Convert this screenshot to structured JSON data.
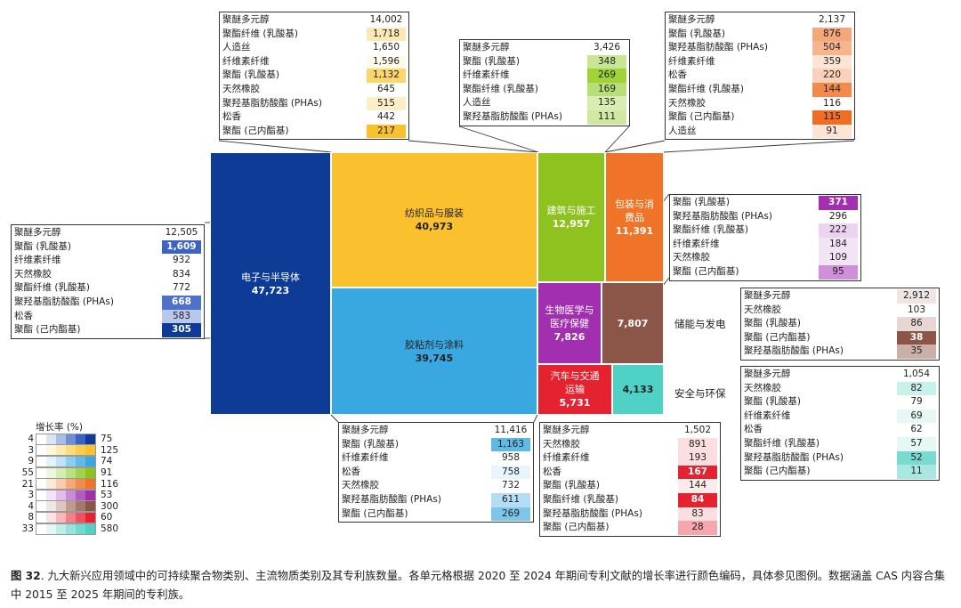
{
  "chart_data": {
    "type": "treemap",
    "title": "",
    "sectors": [
      {
        "name": "电子与半导体",
        "value": "47,723",
        "color": "#0d3b96",
        "text_color": "#ffffff",
        "growth": 75
      },
      {
        "name": "纺织品与服装",
        "value": "40,973",
        "color": "#fbc02d",
        "text_color": "#222222",
        "growth": 125
      },
      {
        "name": "胶粘剂与涂料",
        "value": "39,745",
        "color": "#3aa8e0",
        "text_color": "#222222",
        "growth": 74
      },
      {
        "name": "建筑与施工",
        "value": "12,957",
        "color": "#8dc21f",
        "text_color": "#ffffff",
        "growth": 91
      },
      {
        "name": "包装与消费品",
        "value": "11,391",
        "color": "#f07428",
        "text_color": "#ffffff",
        "growth": 116
      },
      {
        "name": "生物医学与医疗保健",
        "value": "7,826",
        "color": "#a12fb0",
        "text_color": "#ffffff",
        "growth": 53
      },
      {
        "name": "储能与发电",
        "value": "7,807",
        "color": "#8b5647",
        "text_color": "#ffffff",
        "growth": 300
      },
      {
        "name": "汽车与交通运输",
        "value": "5,731",
        "color": "#e52330",
        "text_color": "#ffffff",
        "growth": 60
      },
      {
        "name": "安全与环保",
        "value": "4,133",
        "color": "#4fd1c5",
        "text_color": "#222222",
        "growth": 580
      }
    ],
    "tables": [
      {
        "sector": "纺织品与服装",
        "rows": [
          {
            "name": "聚醚多元醇",
            "value": "14,002",
            "bg": "#ffffff",
            "fg": "#222"
          },
          {
            "name": "聚酯纤维 (乳酸基)",
            "value": "1,718",
            "bg": "#fde9b6",
            "fg": "#222"
          },
          {
            "name": "人造丝",
            "value": "1,650",
            "bg": "#ffffff",
            "fg": "#222"
          },
          {
            "name": "纤维素纤维",
            "value": "1,596",
            "bg": "#fffaea",
            "fg": "#222"
          },
          {
            "name": "聚酯 (乳酸基)",
            "value": "1,132",
            "bg": "#fcd66b",
            "fg": "#222"
          },
          {
            "name": "天然橡胶",
            "value": "645",
            "bg": "#ffffff",
            "fg": "#222"
          },
          {
            "name": "聚羟基脂肪酸酯 (PHAs)",
            "value": "515",
            "bg": "#fdeec8",
            "fg": "#222"
          },
          {
            "name": "松香",
            "value": "442",
            "bg": "#ffffff",
            "fg": "#222"
          },
          {
            "name": "聚酯 (己内酯基)",
            "value": "217",
            "bg": "#f9c12b",
            "fg": "#222"
          }
        ]
      },
      {
        "sector": "建筑与施工",
        "rows": [
          {
            "name": "聚醚多元醇",
            "value": "3,426",
            "bg": "#ffffff",
            "fg": "#222"
          },
          {
            "name": "聚酯 (乳酸基)",
            "value": "348",
            "bg": "#c9e696",
            "fg": "#222"
          },
          {
            "name": "纤维素纤维",
            "value": "269",
            "bg": "#9fd336",
            "fg": "#222"
          },
          {
            "name": "聚酯纤维 (乳酸基)",
            "value": "169",
            "bg": "#b8de78",
            "fg": "#222"
          },
          {
            "name": "人造丝",
            "value": "135",
            "bg": "#d8edb3",
            "fg": "#222"
          },
          {
            "name": "聚羟基脂肪酸酯 (PHAs)",
            "value": "111",
            "bg": "#cfe9a3",
            "fg": "#222"
          }
        ]
      },
      {
        "sector": "包装与消费品",
        "rows": [
          {
            "name": "聚醚多元醇",
            "value": "2,137",
            "bg": "#ffffff",
            "fg": "#222"
          },
          {
            "name": "聚酯 (乳酸基)",
            "value": "876",
            "bg": "#f6a77a",
            "fg": "#222"
          },
          {
            "name": "聚羟基脂肪酸酯 (PHAs)",
            "value": "504",
            "bg": "#f7b58e",
            "fg": "#222"
          },
          {
            "name": "纤维素纤维",
            "value": "359",
            "bg": "#fde4d4",
            "fg": "#222"
          },
          {
            "name": "松香",
            "value": "220",
            "bg": "#fbd2b9",
            "fg": "#222"
          },
          {
            "name": "聚酯纤维 (乳酸基)",
            "value": "144",
            "bg": "#f5894a",
            "fg": "#222"
          },
          {
            "name": "天然橡胶",
            "value": "116",
            "bg": "#ffffff",
            "fg": "#222"
          },
          {
            "name": "聚酯 (己内酯基)",
            "value": "115",
            "bg": "#f06e23",
            "fg": "#222"
          },
          {
            "name": "人造丝",
            "value": "91",
            "bg": "#fde4d4",
            "fg": "#222"
          }
        ]
      },
      {
        "sector": "电子与半导体",
        "rows": [
          {
            "name": "聚醚多元醇",
            "value": "12,505",
            "bg": "#ffffff",
            "fg": "#222"
          },
          {
            "name": "聚酯 (乳酸基)",
            "value": "1,609",
            "bg": "#3c63c4",
            "fg": "#ffffff"
          },
          {
            "name": "纤维素纤维",
            "value": "932",
            "bg": "#ffffff",
            "fg": "#222"
          },
          {
            "name": "天然橡胶",
            "value": "834",
            "bg": "#ffffff",
            "fg": "#222"
          },
          {
            "name": "聚酯纤维 (乳酸基)",
            "value": "772",
            "bg": "#ffffff",
            "fg": "#222"
          },
          {
            "name": "聚羟基脂肪酸酯 (PHAs)",
            "value": "668",
            "bg": "#4f72c9",
            "fg": "#ffffff"
          },
          {
            "name": "松香",
            "value": "583",
            "bg": "#b9c8ea",
            "fg": "#222"
          },
          {
            "name": "聚酯 (己内酯基)",
            "value": "305",
            "bg": "#0d3b96",
            "fg": "#ffffff"
          }
        ]
      },
      {
        "sector": "生物医学与医疗保健",
        "rows": [
          {
            "name": "聚酯 (乳酸基)",
            "value": "371",
            "bg": "#a12fb0",
            "fg": "#ffffff"
          },
          {
            "name": "聚羟基脂肪酸酯 (PHAs)",
            "value": "296",
            "bg": "#ffffff",
            "fg": "#222"
          },
          {
            "name": "聚酯纤维 (乳酸基)",
            "value": "222",
            "bg": "#ecd4f0",
            "fg": "#222"
          },
          {
            "name": "纤维素纤维",
            "value": "184",
            "bg": "#f3e4f5",
            "fg": "#222"
          },
          {
            "name": "天然橡胶",
            "value": "109",
            "bg": "#f3e4f5",
            "fg": "#222"
          },
          {
            "name": "聚酯 (己内酯基)",
            "value": "95",
            "bg": "#cf8fd9",
            "fg": "#222"
          }
        ]
      },
      {
        "sector": "储能与发电",
        "rows": [
          {
            "name": "聚醚多元醇",
            "value": "2,912",
            "bg": "#efe6e3",
            "fg": "#222"
          },
          {
            "name": "天然橡胶",
            "value": "103",
            "bg": "#ffffff",
            "fg": "#222"
          },
          {
            "name": "聚酯 (乳酸基)",
            "value": "86",
            "bg": "#e7d7d2",
            "fg": "#222"
          },
          {
            "name": "聚酯 (己内酯基)",
            "value": "38",
            "bg": "#8b5647",
            "fg": "#ffffff"
          },
          {
            "name": "聚羟基脂肪酸酯 (PHAs)",
            "value": "35",
            "bg": "#cbb0a7",
            "fg": "#222"
          }
        ]
      },
      {
        "sector": "安全与环保",
        "rows": [
          {
            "name": "聚醚多元醇",
            "value": "1,054",
            "bg": "#ffffff",
            "fg": "#222"
          },
          {
            "name": "天然橡胶",
            "value": "82",
            "bg": "#c9f1ec",
            "fg": "#222"
          },
          {
            "name": "聚酯 (乳酸基)",
            "value": "79",
            "bg": "#ffffff",
            "fg": "#222"
          },
          {
            "name": "纤维素纤维",
            "value": "69",
            "bg": "#e6f8f6",
            "fg": "#222"
          },
          {
            "name": "松香",
            "value": "62",
            "bg": "#ffffff",
            "fg": "#222"
          },
          {
            "name": "聚酯纤维 (乳酸基)",
            "value": "57",
            "bg": "#e6f8f6",
            "fg": "#222"
          },
          {
            "name": "聚羟基脂肪酸酯 (PHAs)",
            "value": "52",
            "bg": "#79dbd0",
            "fg": "#222"
          },
          {
            "name": "聚酯 (己内酯基)",
            "value": "11",
            "bg": "#a8e8e1",
            "fg": "#222"
          }
        ]
      },
      {
        "sector": "胶粘剂与涂料",
        "rows": [
          {
            "name": "聚醚多元醇",
            "value": "11,416",
            "bg": "#ffffff",
            "fg": "#222"
          },
          {
            "name": "聚酯 (乳酸基)",
            "value": "1,163",
            "bg": "#5fb9e6",
            "fg": "#222"
          },
          {
            "name": "纤维素纤维",
            "value": "958",
            "bg": "#ffffff",
            "fg": "#222"
          },
          {
            "name": "松香",
            "value": "758",
            "bg": "#e9f5fc",
            "fg": "#222"
          },
          {
            "name": "天然橡胶",
            "value": "732",
            "bg": "#ffffff",
            "fg": "#222"
          },
          {
            "name": "聚羟基脂肪酸酯 (PHAs)",
            "value": "611",
            "bg": "#b4dcf2",
            "fg": "#222"
          },
          {
            "name": "聚酯 (己内酯基)",
            "value": "269",
            "bg": "#7cc6ea",
            "fg": "#222"
          }
        ]
      },
      {
        "sector": "汽车与交通运输",
        "rows": [
          {
            "name": "聚醚多元醇",
            "value": "1,502",
            "bg": "#ffffff",
            "fg": "#222"
          },
          {
            "name": "天然橡胶",
            "value": "891",
            "bg": "#fbdfe0",
            "fg": "#222"
          },
          {
            "name": "纤维素纤维",
            "value": "193",
            "bg": "#fbdfe0",
            "fg": "#222"
          },
          {
            "name": "松香",
            "value": "167",
            "bg": "#e52330",
            "fg": "#ffffff"
          },
          {
            "name": "聚酯 (乳酸基)",
            "value": "144",
            "bg": "#fdeaea",
            "fg": "#222"
          },
          {
            "name": "聚酯纤维 (乳酸基)",
            "value": "84",
            "bg": "#e52330",
            "fg": "#ffffff"
          },
          {
            "name": "聚羟基脂肪酸酯 (PHAs)",
            "value": "83",
            "bg": "#fbdfe0",
            "fg": "#222"
          },
          {
            "name": "聚酯 (己内酯基)",
            "value": "28",
            "bg": "#f5a7ab",
            "fg": "#222"
          }
        ]
      }
    ],
    "legend": {
      "title": "增长率 (%)",
      "rows": [
        {
          "min": "4",
          "max": "75",
          "colors": [
            "#ffffff",
            "#dce4f5",
            "#a9bde6",
            "#6f8fd4",
            "#3c63c4",
            "#0d3b96"
          ]
        },
        {
          "min": "3",
          "max": "125",
          "colors": [
            "#ffffff",
            "#fff6dc",
            "#feeab0",
            "#fddc7d",
            "#fccd4c",
            "#fbc02d"
          ]
        },
        {
          "min": "9",
          "max": "74",
          "colors": [
            "#ffffff",
            "#e3f2fb",
            "#bfe2f5",
            "#8fcdee",
            "#62bae6",
            "#3aa8e0"
          ]
        },
        {
          "min": "55",
          "max": "91",
          "colors": [
            "#ffffff",
            "#eef7dc",
            "#d6edb0",
            "#bce07e",
            "#a4d24a",
            "#8dc21f"
          ]
        },
        {
          "min": "21",
          "max": "116",
          "colors": [
            "#ffffff",
            "#fde8dc",
            "#fbcbae",
            "#f8a778",
            "#f48a4d",
            "#f07428"
          ]
        },
        {
          "min": "3",
          "max": "53",
          "colors": [
            "#ffffff",
            "#f3e3f5",
            "#e1bde7",
            "#c98bd4",
            "#b35bc2",
            "#a12fb0"
          ]
        },
        {
          "min": "4",
          "max": "300",
          "colors": [
            "#ffffff",
            "#f0e6e3",
            "#dcc6bf",
            "#bf9b8f",
            "#a4776a",
            "#8b5647"
          ]
        },
        {
          "min": "8",
          "max": "60",
          "colors": [
            "#ffffff",
            "#fde2e3",
            "#f9b6ba",
            "#f2808a",
            "#eb525d",
            "#e52330"
          ]
        },
        {
          "min": "33",
          "max": "580",
          "colors": [
            "#ffffff",
            "#e3f8f5",
            "#bfeee8",
            "#96e3da",
            "#6fdacf",
            "#4fd1c5"
          ]
        }
      ]
    }
  },
  "caption": {
    "label": "图 32",
    "text": ". 九大新兴应用领域中的可持续聚合物类别、主流物质类别及其专利族数量。各单元格根据 2020 至 2024 年期间专利文献的增长率进行颜色编码，具体参见图例。数据涵盖 CAS 内容合集中 2015 至 2025 年期间的专利族。"
  }
}
